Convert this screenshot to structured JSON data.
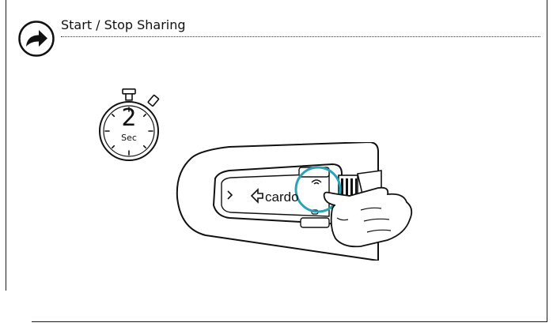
{
  "section": {
    "title": "Start / Stop Sharing",
    "icon": "share-arrow-icon"
  },
  "timer": {
    "value": "2",
    "unit": "Sec",
    "icon": "stopwatch-icon"
  },
  "device": {
    "brand": "cardo",
    "icon": "cardo-logo-icon",
    "highlight_color": "#2aa3b7"
  }
}
